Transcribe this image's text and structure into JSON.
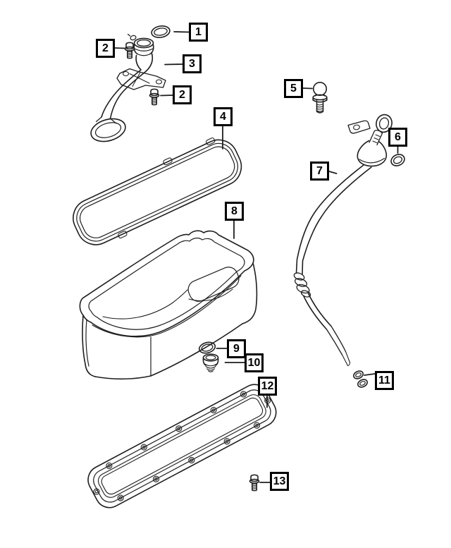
{
  "figure": {
    "kind": "exploded-parts-diagram",
    "subject": "engine-oil-pan-group",
    "background_color": "#ffffff",
    "line_color": "#1e1e1e",
    "callout_border_color": "#000000",
    "callout_fill": "#ffffff",
    "callout_text_color": "#000000"
  },
  "callouts": [
    {
      "number": "1",
      "part": "pickup-tube-o-ring"
    },
    {
      "number": "2",
      "part": "pickup-tube-bolt-upper"
    },
    {
      "number": "3",
      "part": "oil-pickup-tube"
    },
    {
      "number": "2",
      "part": "pickup-tube-bolt-lower"
    },
    {
      "number": "4",
      "part": "upper-oil-pan-gasket"
    },
    {
      "number": "5",
      "part": "ball-stud"
    },
    {
      "number": "6",
      "part": "dipstick-tube-o-ring"
    },
    {
      "number": "7",
      "part": "oil-dipstick-tube"
    },
    {
      "number": "8",
      "part": "oil-pan"
    },
    {
      "number": "9",
      "part": "drain-plug-gasket"
    },
    {
      "number": "10",
      "part": "oil-drain-plug"
    },
    {
      "number": "11",
      "part": "dipstick-o-rings"
    },
    {
      "number": "12",
      "part": "lower-oil-pan-gasket"
    },
    {
      "number": "13",
      "part": "lower-pan-bolt"
    }
  ]
}
